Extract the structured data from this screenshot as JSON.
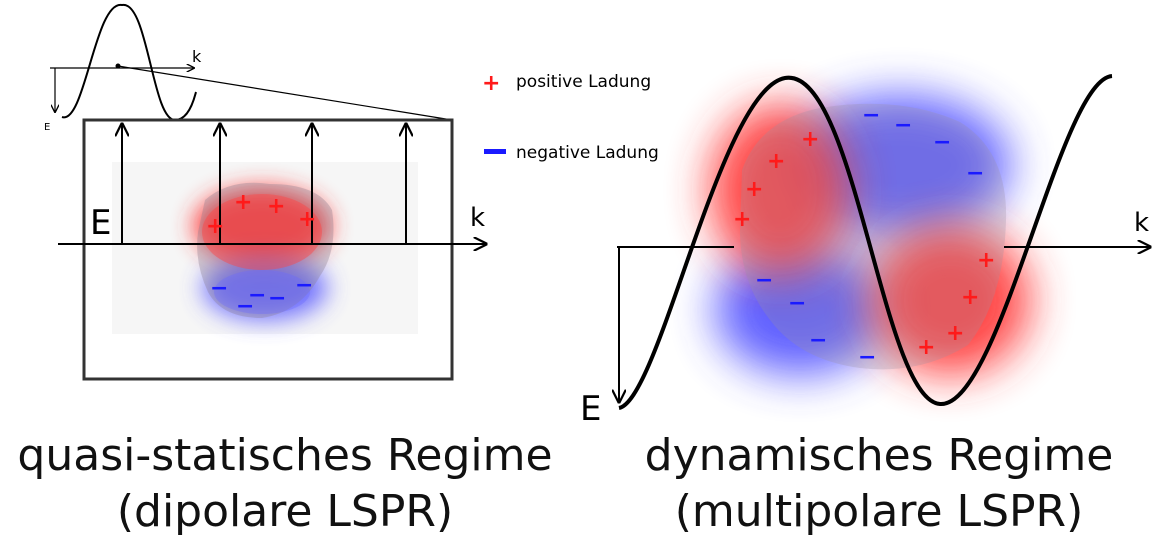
{
  "legend": {
    "positive_symbol": "+",
    "positive_label": "positive Ladung",
    "negative_label": "negative Ladung"
  },
  "left_panel": {
    "mini_wave_k_label": "k",
    "mini_wave_e_label": "E",
    "e_label": "E",
    "k_label": "k",
    "caption_line1": "quasi-statisches Regime",
    "caption_line2": "(dipolare LSPR)",
    "plus_charges": [
      "+",
      "+",
      "+",
      "+"
    ],
    "minus_charges": [
      "−",
      "−",
      "−",
      "−",
      "−"
    ]
  },
  "right_panel": {
    "e_label": "E",
    "k_label": "k",
    "caption_line1": "dynamisches Regime",
    "caption_line2": "(multipolare LSPR)",
    "plus_charges": [
      "+",
      "+",
      "+",
      "+",
      "+",
      "+",
      "+",
      "+",
      "+"
    ],
    "minus_charges": [
      "−",
      "−",
      "−",
      "−",
      "−",
      "−",
      "−",
      "−"
    ]
  },
  "colors": {
    "positive": "#ff1a1a",
    "negative": "#1a1aff",
    "line": "#000000",
    "box": "#333333"
  }
}
